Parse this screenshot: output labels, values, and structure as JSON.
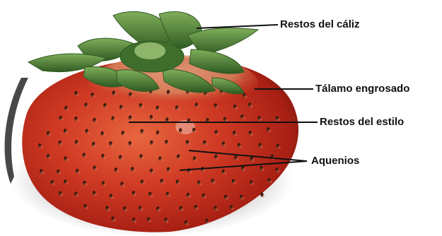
{
  "labels": {
    "caliz": "Restos del cáliz",
    "talamo": "Tálamo engrosado",
    "estilo": "Restos del estilo",
    "aquenios": "Aquenios"
  },
  "colors": {
    "background": "#ffffff",
    "fruit": "#c9301f",
    "fruit_highlight": "#e8663f",
    "fruit_shadow": "#6e1109",
    "shoulder": "#d9a07c",
    "leaves": "#5a8a3a",
    "leaves_dark": "#2f5a22",
    "seeds": "#3a1a0c",
    "pointer_lines": "#111111"
  }
}
